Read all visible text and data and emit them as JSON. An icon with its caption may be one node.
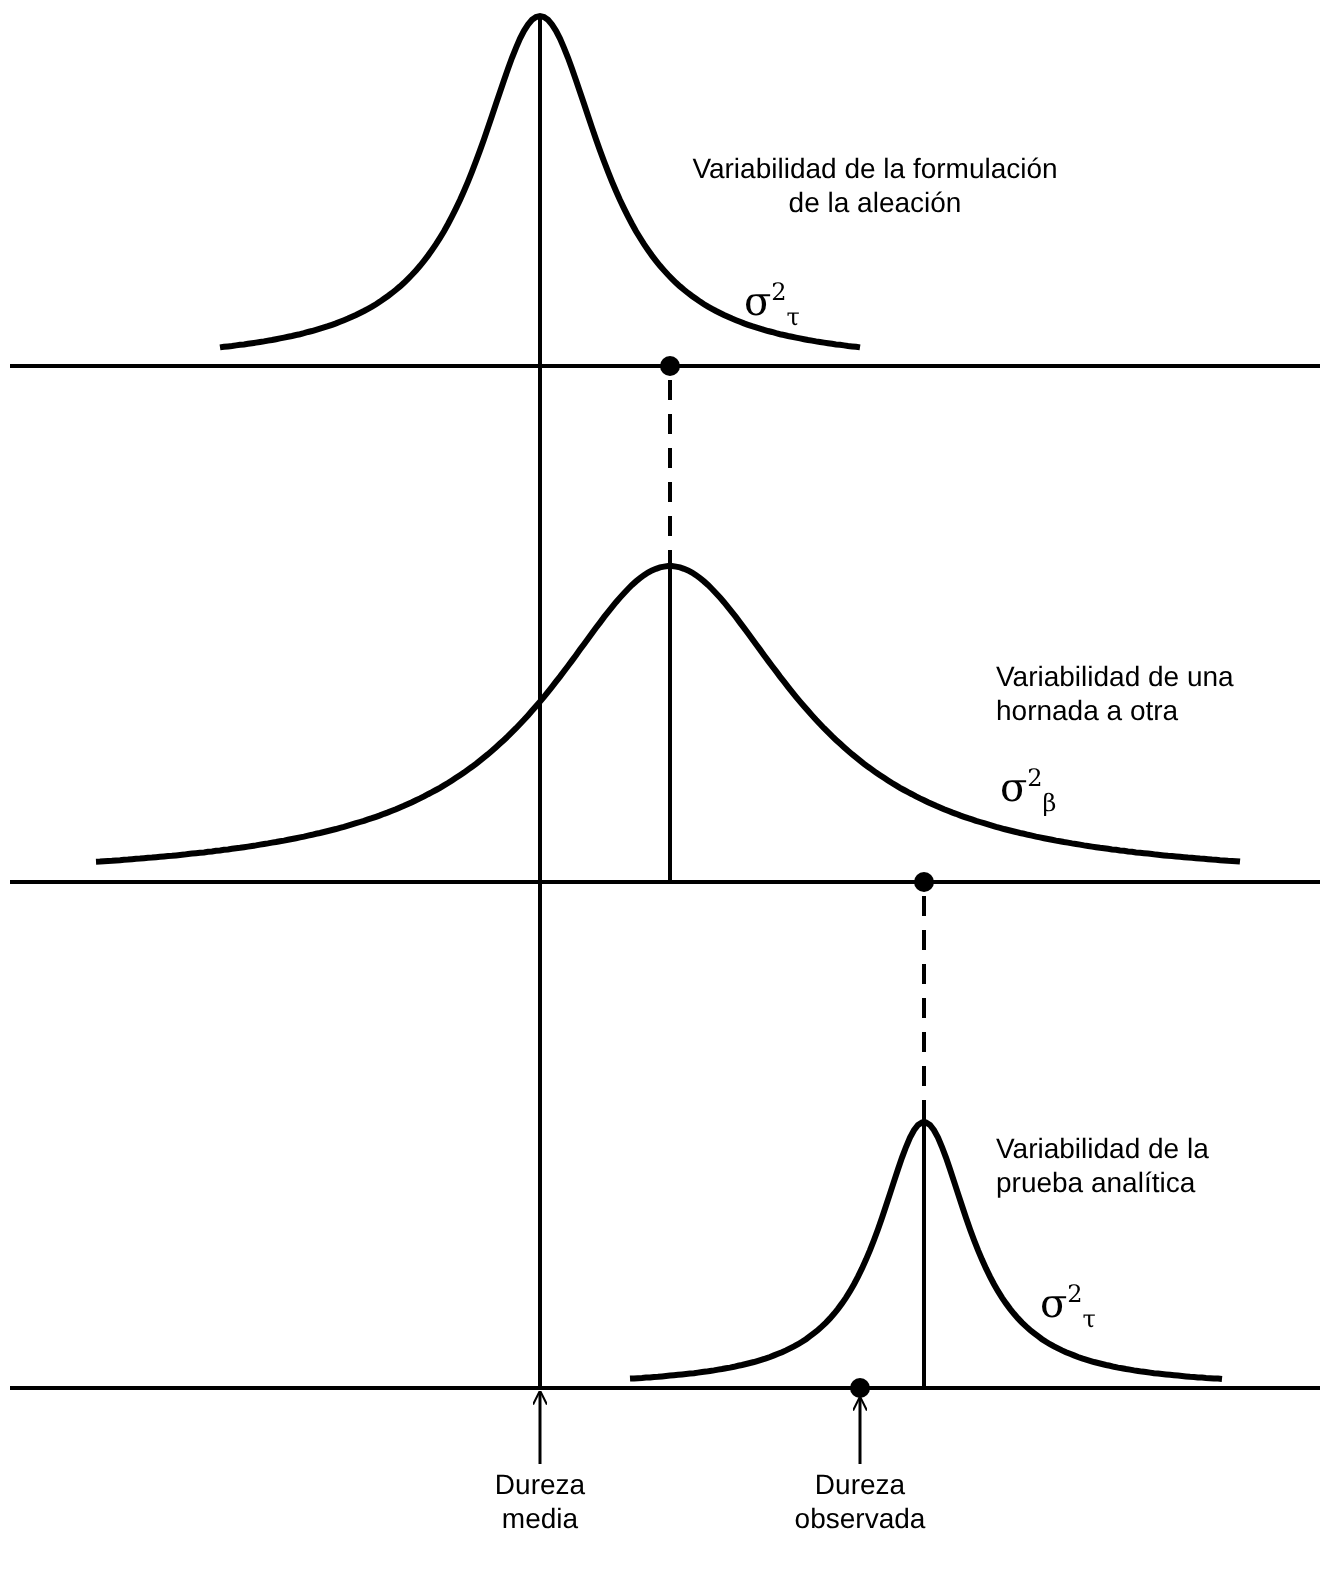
{
  "diagram": {
    "nodes": [
      {
        "text": [
          "Dureza media"
        ]
      },
      {
        "text": [
          "Dureza observada"
        ]
      },
      {
        "text": [],
        "shape": "circle"
      }
    ],
    "edges": [
      {
        "from": 0,
        "to": null,
        "arrow": "to"
      },
      {
        "from": 1,
        "to": 2,
        "arrow": "to"
      }
    ],
    "labels": [
      "Variabilidad de la formulación de la aleación",
      "σ$^{2}$$_{τ}$",
      "Variabilidad de una hornada a otra",
      "σ$^{2}$$_{β}$",
      "Variabilidad de la prueba analítica",
      "σ$^{2}$$_{τ}$"
    ]
  }
}
